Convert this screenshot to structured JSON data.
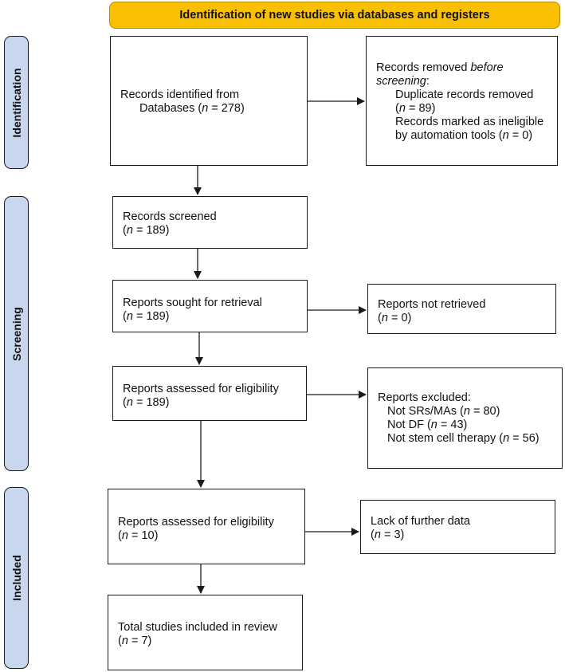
{
  "header": {
    "title": "Identification of new studies via databases and registers"
  },
  "stages": {
    "identification": "Identification",
    "screening": "Screening",
    "included": "Included"
  },
  "boxes": {
    "records_identified": {
      "line1": "Records identified from",
      "line2_pre": "Databases (",
      "n_symbol": "n",
      "line2_post": " = 278)"
    },
    "records_removed": {
      "line1": "Records removed ",
      "line1_em": "before",
      "line2": "screening",
      "line2_post": ":",
      "item1": "Duplicate records removed",
      "item1_n_pre": "(",
      "n_symbol": "n",
      "item1_n_post": " = 89)",
      "item2_line1": "Records marked as ineligible",
      "item2_line2_pre": "by automation tools (",
      "item2_line2_post": " = 0)"
    },
    "records_screened": {
      "label": "Records screened",
      "n_pre": "(",
      "n_symbol": "n",
      "n_post": " = 189)"
    },
    "reports_sought": {
      "label": "Reports sought for retrieval",
      "n_pre": "(",
      "n_symbol": "n",
      "n_post": " = 189)"
    },
    "reports_not_retrieved": {
      "label": "Reports not retrieved",
      "n_pre": "(",
      "n_symbol": "n",
      "n_post": " = 0)"
    },
    "reports_assessed": {
      "label": "Reports assessed for eligibility",
      "n_pre": "(",
      "n_symbol": "n",
      "n_post": " = 189)"
    },
    "reports_excluded": {
      "label": "Reports excluded:",
      "n_symbol": "n",
      "item1_pre": "Not SRs/MAs (",
      "item1_post": " = 80)",
      "item2_pre": "Not DF (",
      "item2_post": " = 43)",
      "item3_pre": "Not stem cell therapy (",
      "item3_post": " = 56)"
    },
    "reports_assessed_2": {
      "label": "Reports assessed for eligibility",
      "n_pre": "(",
      "n_symbol": "n",
      "n_post": " = 10)"
    },
    "lack_of_data": {
      "label": "Lack of further data",
      "n_pre": "(",
      "n_symbol": "n",
      "n_post": " = 3)"
    },
    "total_included": {
      "label": "Total studies included in review",
      "n_pre": "(",
      "n_symbol": "n",
      "n_post": " = 7)"
    }
  },
  "colors": {
    "header_fill": "#f8c000",
    "stage_fill": "#c8d7ee",
    "border": "#1a1a1a"
  }
}
